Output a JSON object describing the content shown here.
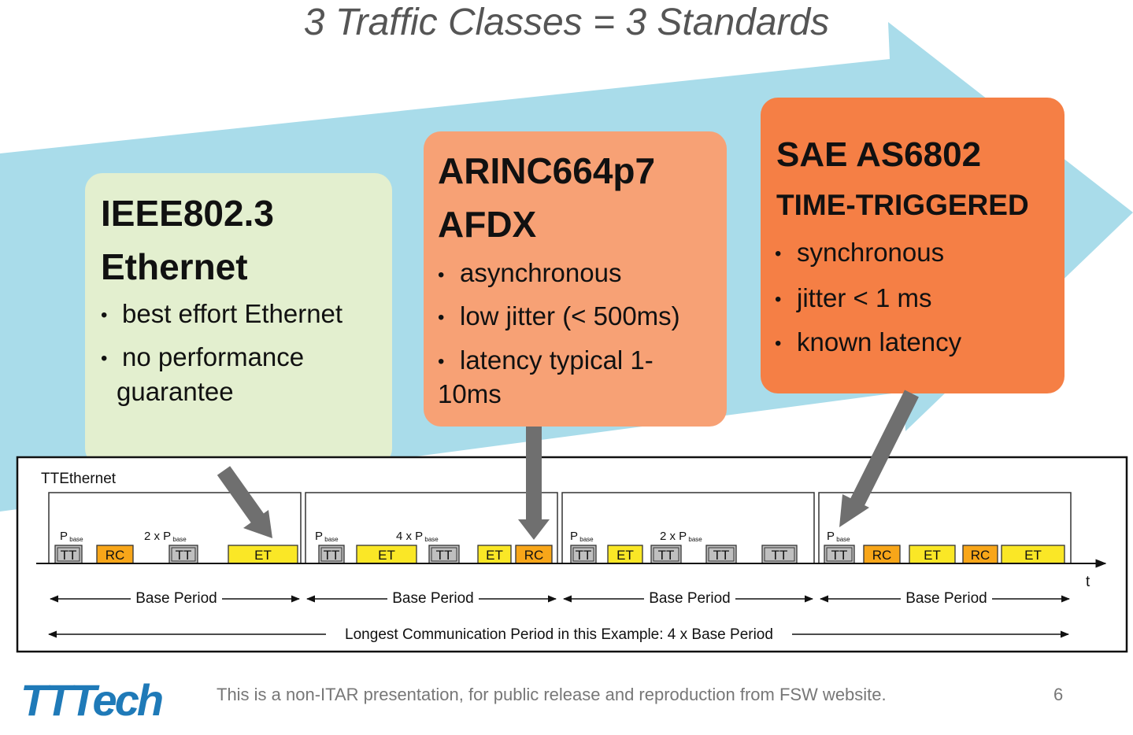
{
  "title": "3 Traffic Classes = 3 Standards",
  "boxes": [
    {
      "heading1": "IEEE802.3",
      "heading2": "Ethernet",
      "bullets": [
        "best effort Ethernet",
        "no performance",
        "guarantee"
      ]
    },
    {
      "heading1": "ARINC664p7",
      "heading2": "AFDX",
      "bullets": [
        "asynchronous",
        "low jitter (< 500ms)",
        "latency typical 1-",
        "10ms"
      ]
    },
    {
      "heading1": "SAE AS6802",
      "heading2": "TIME-TRIGGERED",
      "bullets": [
        "synchronous",
        "jitter < 1 ms",
        "known latency"
      ]
    }
  ],
  "timeline": {
    "label": "TTEthernet",
    "axis_label": "t",
    "p_label": "P",
    "p_sub": "base",
    "periods": [
      {
        "label": "Base Period",
        "markers": [
          "",
          "2 x "
        ],
        "slots": [
          "TT",
          "RC",
          "TT",
          "ET"
        ]
      },
      {
        "label": "Base Period",
        "markers": [
          "",
          "4 x "
        ],
        "slots": [
          "TT",
          "ET",
          "TT",
          "ET",
          "RC"
        ]
      },
      {
        "label": "Base Period",
        "markers": [
          "",
          "2 x "
        ],
        "slots": [
          "TT",
          "ET",
          "TT",
          "TT",
          "TT"
        ]
      },
      {
        "label": "Base Period",
        "markers": [
          ""
        ],
        "slots": [
          "TT",
          "RC",
          "ET",
          "RC",
          "ET"
        ]
      }
    ],
    "longest_label": "Longest Communication Period in this Example: 4 x Base Period"
  },
  "colors": {
    "TT": "#bfbfbf",
    "RC": "#f8a619",
    "ET": "#fae726",
    "arrow_bg": "#a9dcea",
    "pointer": "#6f6f6f"
  },
  "footer": {
    "logo": "TTTech",
    "note": "This is a non-ITAR presentation, for public release and reproduction from FSW website.",
    "page": "6"
  }
}
